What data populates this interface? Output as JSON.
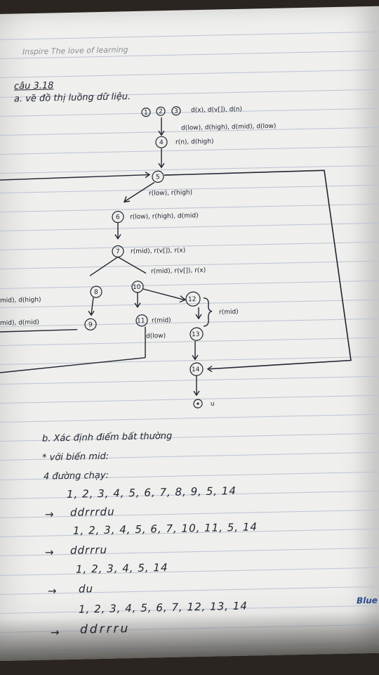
{
  "notebook_header": "Inspire The love of learning",
  "exercise": "câu 3.18",
  "part_a": "a. vẽ đồ thị luồng dữ liệu.",
  "graph": {
    "line1": "d(x), d(v[]), d(n)",
    "line2": "d(low), d(high), d(mid), d(low)",
    "line3": "r(n), d(high)",
    "line4": "r(low), r(high)",
    "line5": "r(low), r(high), d(mid)",
    "line6": "r(mid), r(v[]), r(x)",
    "line7": "r(mid), r(v[]), r(x)",
    "line8": "mid), d(high)",
    "line9": "mid), d(mid)",
    "line10": "r(mid)",
    "line11": "d(low)",
    "line12": "r(mid)",
    "exit_label": "u",
    "nodes": {
      "n123": "1.2.3",
      "n4": "4",
      "n5": "5",
      "n6": "6",
      "n7": "7",
      "n8": "8",
      "n9": "9",
      "n10": "10",
      "n11": "11",
      "n12": "12",
      "n13": "13",
      "n14": "14"
    }
  },
  "part_b": "b. Xác định điểm bất thường",
  "variable": "* với biến mid:",
  "paths_title": "4 đường chạy:",
  "paths": [
    {
      "sequence": "1, 2, 3, 4, 5, 6, 7, 8, 9, 5, 14",
      "pattern": "ddrrrdu"
    },
    {
      "sequence": "1, 2, 3, 4, 5, 6, 7, 10, 11, 5, 14",
      "pattern": "ddrrru"
    },
    {
      "sequence": "1, 2, 3, 4, 5, 14",
      "pattern": "du"
    },
    {
      "sequence": "1, 2, 3, 4, 5, 6, 7, 12, 13, 14",
      "pattern": "ddrrru"
    }
  ],
  "arrow_symbol": "→",
  "watermark": "Blue"
}
